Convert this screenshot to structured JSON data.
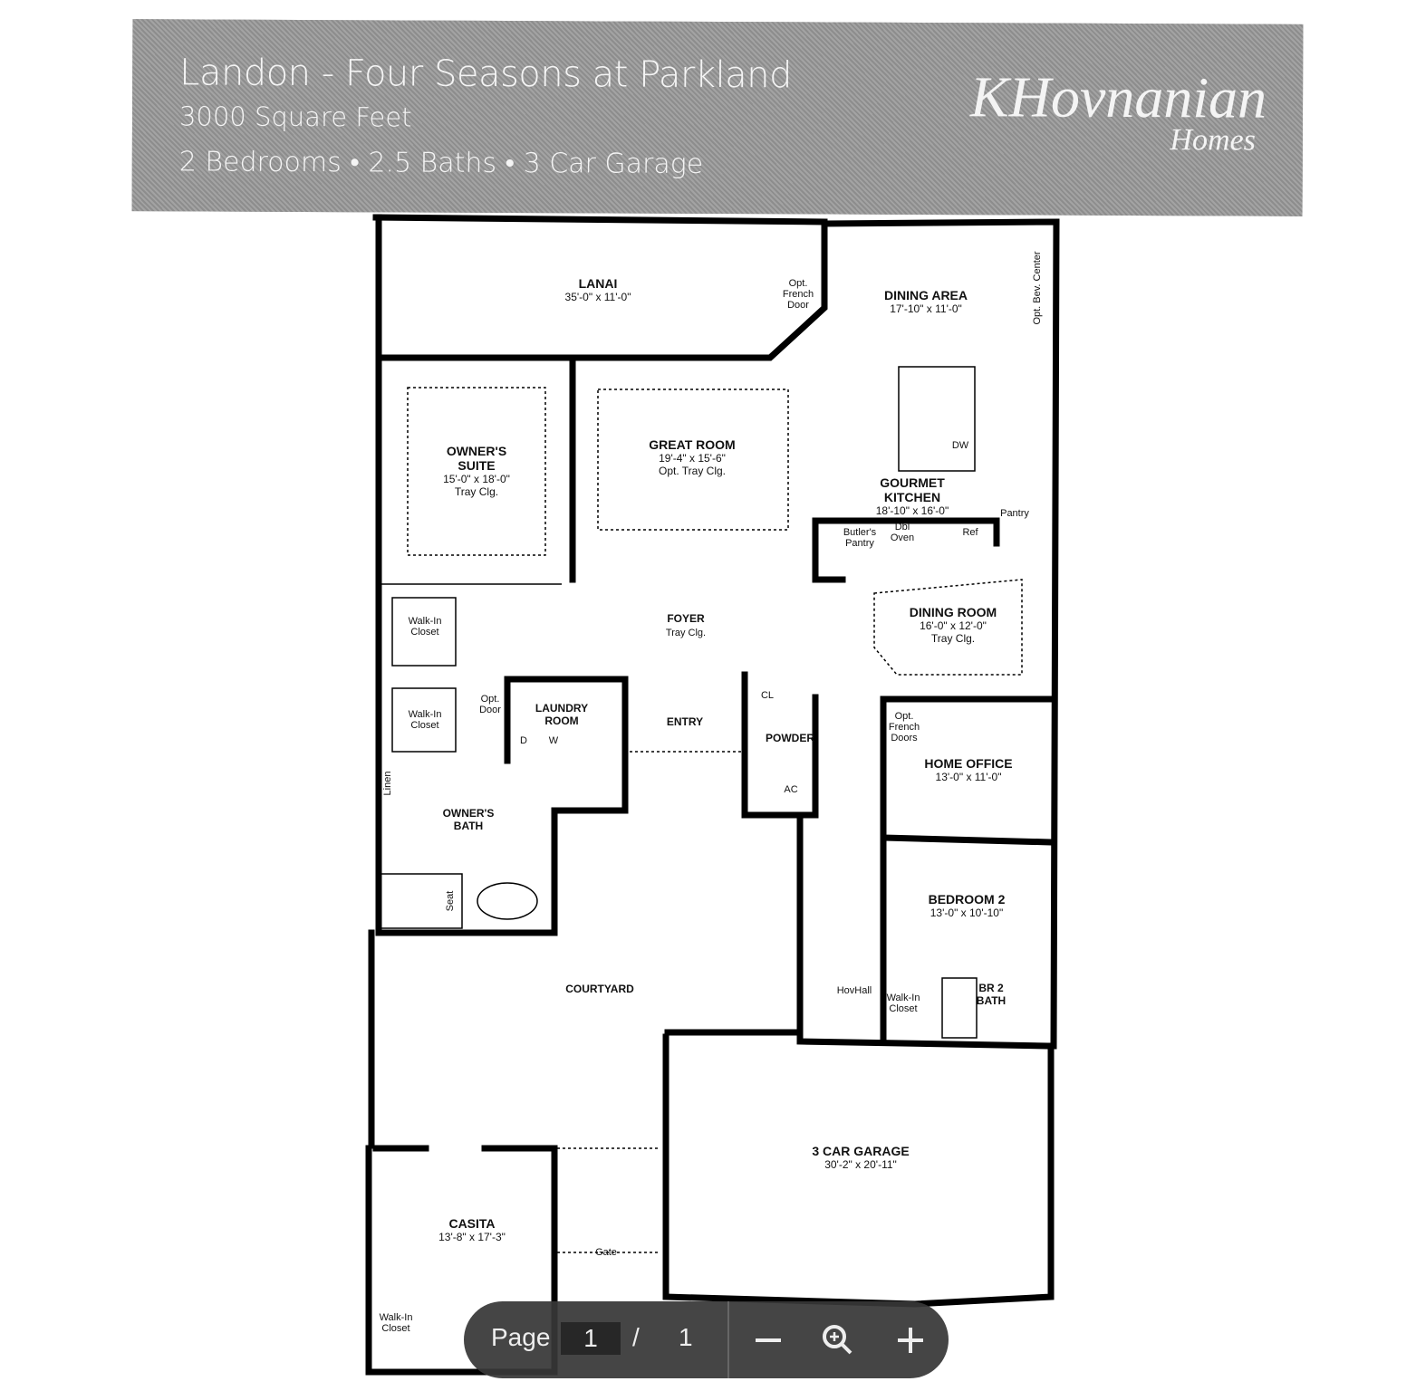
{
  "banner": {
    "title": "Landon - Four Seasons at Parkland",
    "square_feet": "3000 Square Feet",
    "features": "2 Bedrooms  • 2.5 Baths  • 3 Car Garage",
    "logo_main": "KHovnanian",
    "logo_sub": "Homes"
  },
  "rooms": {
    "lanai": {
      "name": "LANAI",
      "dim": "35'-0\" x 11'-0\""
    },
    "french_door": "Opt. French Door",
    "dining_area": {
      "name": "DINING AREA",
      "dim": "17'-10\" x 11'-0\""
    },
    "bev_center": "Opt. Bev. Center",
    "owners_suite": {
      "name": "OWNER'S SUITE",
      "dim": "15'-0\" x 18'-0\"",
      "note": "Tray Clg."
    },
    "great_room": {
      "name": "GREAT ROOM",
      "dim": "19'-4\" x 15'-6\"",
      "note": "Opt. Tray Clg."
    },
    "kitchen": {
      "name": "GOURMET KITCHEN",
      "dim": "18'-10\" x 16'-0\""
    },
    "dw": "DW",
    "pantry": "Pantry",
    "butlers_pantry": "Butler's Pantry",
    "dbl_oven": "Dbl Oven",
    "ref": "Ref",
    "dining_room": {
      "name": "DINING ROOM",
      "dim": "16'-0\" x 12'-0\"",
      "note": "Tray Clg."
    },
    "foyer": {
      "name": "FOYER",
      "note": "Tray Clg."
    },
    "walk_in_closet": "Walk-In Closet",
    "opt_door": "Opt. Door",
    "laundry": "LAUNDRY ROOM",
    "dryer": "D",
    "washer": "W",
    "entry": "ENTRY",
    "cl": "CL",
    "powder": "POWDER",
    "ac": "AC",
    "opt_french_doors": "Opt. French Doors",
    "home_office": {
      "name": "HOME OFFICE",
      "dim": "13'-0\" x 11'-0\""
    },
    "linen": "Linen",
    "owners_bath": "OWNER'S BATH",
    "seat": "Seat",
    "bedroom2": {
      "name": "BEDROOM 2",
      "dim": "13'-0\" x 10'-10\""
    },
    "courtyard": "COURTYARD",
    "hovhall": "HovHall",
    "br2_bath": "BR 2 BATH",
    "garage": {
      "name": "3 CAR GARAGE",
      "dim": "30'-2\" x 20'-11\""
    },
    "casita": {
      "name": "CASITA",
      "dim": "13'-8\" x 17'-3\""
    },
    "gate": "Gate"
  },
  "toolbar": {
    "page_label": "Page",
    "current_page": "1",
    "separator": "/",
    "total_pages": "1"
  }
}
